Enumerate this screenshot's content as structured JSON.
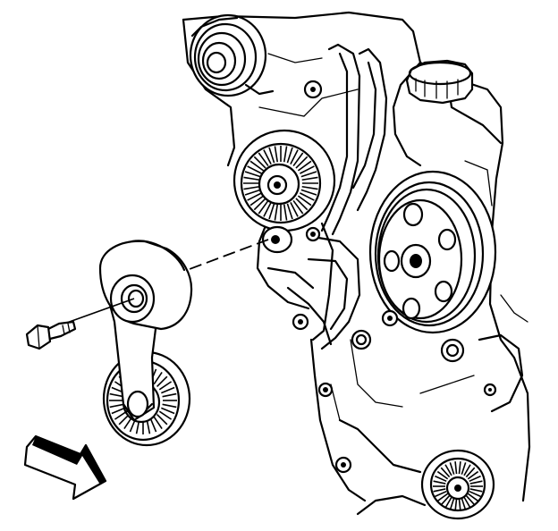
{
  "figure": {
    "kind": "line-art illustration",
    "colors": {
      "ink": "#000000",
      "paper": "#ffffff"
    },
    "parts": [
      "engine-block",
      "upper-pulley",
      "idler-pulley",
      "power-steering-pump-pulley",
      "reservoir-cap",
      "lower-pulley",
      "belt-tensioner",
      "tensioner-pulley",
      "tensioner-bolt",
      "direction-arrow"
    ],
    "icons": [
      "direction-arrow-icon"
    ]
  }
}
